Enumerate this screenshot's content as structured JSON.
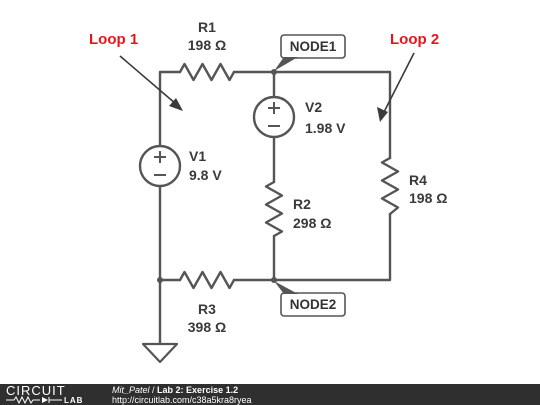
{
  "colors": {
    "wire": "#555555",
    "loop_label": "#e8151b",
    "footer_bg": "#2f2f2f",
    "text": "#3a3a3a"
  },
  "loops": [
    {
      "label": "Loop 1"
    },
    {
      "label": "Loop 2"
    }
  ],
  "nodes": [
    {
      "label": "NODE1"
    },
    {
      "label": "NODE2"
    }
  ],
  "components": {
    "R1": {
      "name": "R1",
      "value": "198 Ω"
    },
    "R2": {
      "name": "R2",
      "value": "298 Ω"
    },
    "R3": {
      "name": "R3",
      "value": "398 Ω"
    },
    "R4": {
      "name": "R4",
      "value": "198 Ω"
    },
    "V1": {
      "name": "V1",
      "value": "9.8 V"
    },
    "V2": {
      "name": "V2",
      "value": "1.98 V"
    }
  },
  "footer": {
    "logo_top": "CIRCUIT",
    "logo_bottom": "LAB",
    "author": "Mit_Patel",
    "separator": " / ",
    "title": "Lab 2: Exercise 1.2",
    "url": "http://circuitlab.com/c38a5kra8ryea"
  }
}
